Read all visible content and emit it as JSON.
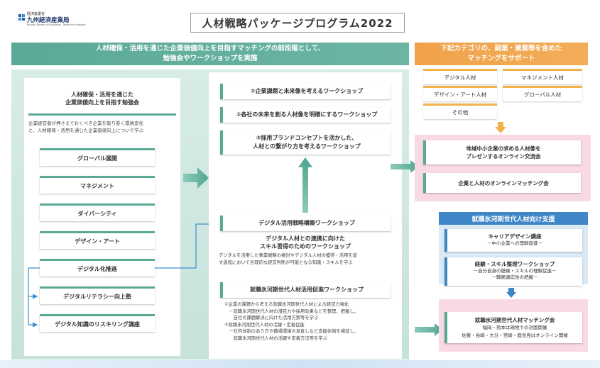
{
  "logo": {
    "line1": "経済産業省",
    "line2": "九州経済産業局",
    "line3": "Kyushu Bureau of Economy, Trade and Industry"
  },
  "title": "人材戦略パッケージプログラム2022",
  "left_banner": {
    "line1": "人材確保・活用を通じた企業価値向上を目指すマッチングの前段階として、",
    "line2": "勉強会やワークショップを実施"
  },
  "right_banner": {
    "line1": "下記カテゴリの、副業・兼業等を含めた",
    "line2": "マッチングをサポート"
  },
  "study": {
    "title1": "人材確保・活用を通じた",
    "title2": "企業価値向上を目指す勉強会",
    "desc1": "企業経営者が押さえておくべき企業を取り巻く環境変化",
    "desc2": "と、人材確保・活用を通じた企業価値向上について学ぶ",
    "items": [
      "グローバル展開",
      "マネジメント",
      "ダイバーシティ",
      "デザイン・アート",
      "デジタル化推進",
      "デジタルリテラシー向上塾",
      "デジタル知識のリスキリング講座"
    ]
  },
  "workshops": {
    "w1": "①企業課題と未来像を考えるワークショップ",
    "w2": "②各社の未来を創る人材像を明確にするワークショップ",
    "w3_line1": "③採用ブランドコンセプトを活かした、",
    "w3_line2": "人材との繋がり方を考えるワークショップ",
    "digital_title": "デジタル活用戦略構築ワークショップ",
    "digital_sub1": "デジタル人材との連携に向けた",
    "digital_sub2": "スキル習得のためのワークショップ",
    "digital_desc1": "デジタルを活用した事業戦略の検討やデジタル人材の獲得・活用を促",
    "digital_desc2": "す過程において合理的な経営判断が可能となる知識・スキルを学ぶ",
    "ice_title": "就職氷河期世代人材活用促進ワークショップ",
    "ice_lines": [
      "①企業の課題から考える就職氷河期世代人材による経営力強化",
      "　－就職氷河期世代人材の潜在力や採用効果などを整理、把握し、",
      "　　自社の課題解決に向けた活用方策等を学ぶ",
      "②就職氷河期世代人材の活躍・定着促進",
      "　－社内体制のあり方や職場環境の見直しなど支援体制を検証し、",
      "　　就職氷河期世代人材の活躍や定着方法等を学ぶ"
    ]
  },
  "categories": [
    "デジタル人材",
    "マネジメント人材",
    "デザイン・アート人材",
    "グローバル人材",
    "その他"
  ],
  "matching": {
    "m1_line1": "地域中小企業の求める人材像を",
    "m1_line2": "プレゼンするオンライン交流会",
    "m2": "企業と人材のオンラインマッチング会"
  },
  "ice_support": {
    "banner": "就職氷河期世代人材向け支援",
    "career_title": "キャリアデザイン講座",
    "career_sub": "－中小企業への理解促進－",
    "skill_title": "経験・スキル整理ワークショップ",
    "skill_sub1": "－自分自身の経験・スキルの理解促進－",
    "skill_sub2": "－職務適応性の把握－",
    "match_title": "就職氷河期世代人材マッチング会",
    "match_sub1": "福岡・熊本は現地での対面開催",
    "match_sub2": "佐賀・長崎・大分・宮崎・鹿児島はオンライン開催"
  },
  "colors": {
    "green": "#5aa997",
    "orange": "#f0a24a",
    "pink": "#f9d9e3",
    "blue": "#3f86c6"
  }
}
